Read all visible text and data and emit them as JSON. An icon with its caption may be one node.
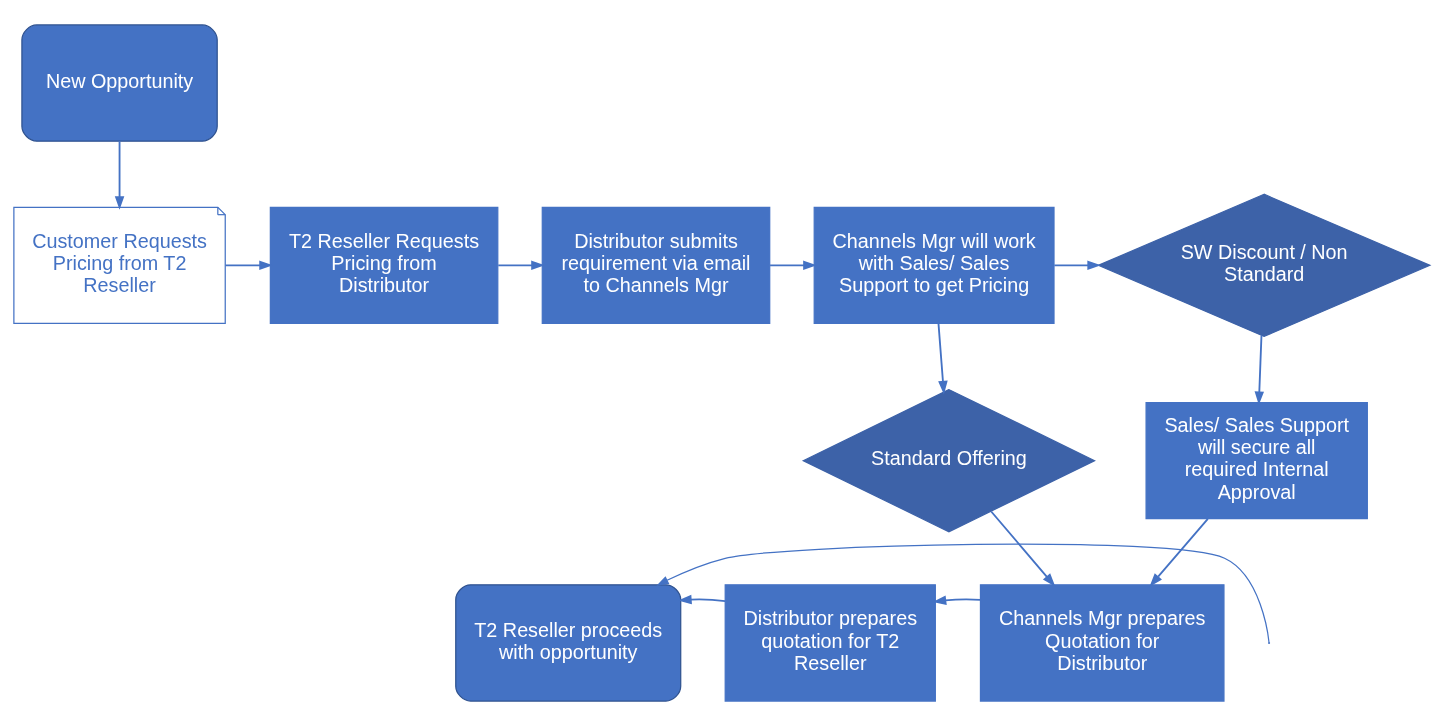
{
  "diagram": {
    "nodes": [
      {
        "text": [
          "New Opportunity"
        ]
      },
      {
        "text": [
          "Customer Requests Pricing from T2 Reseller"
        ]
      },
      {
        "text": [
          "T2 Reseller Requests Pricing from Distributor"
        ]
      },
      {
        "text": [
          "Distributor submits requirement via email to Channels Mgr"
        ]
      },
      {
        "text": [
          "Channels Mgr will work with Sales/ Sales Support to get Pricing"
        ]
      },
      {
        "text": [
          "SW Discount / Non Standard"
        ]
      },
      {
        "text": [
          "Standard Offering"
        ]
      },
      {
        "text": [
          "Sales/ Sales Support will secure all required Internal Approval"
        ]
      },
      {
        "text": [
          "Channels Mgr prepares Quotation for Distributor"
        ]
      },
      {
        "text": [
          "Distributor prepares quotation for T2 Reseller"
        ]
      },
      {
        "text": [
          "T2 Reseller proceeds with opportunity"
        ]
      }
    ],
    "edges": [
      {
        "from": 0,
        "to": 1,
        "arrow": "to"
      },
      {
        "from": 1,
        "to": 2,
        "arrow": "to"
      },
      {
        "from": 2,
        "to": 3,
        "arrow": "to"
      },
      {
        "from": 3,
        "to": 4,
        "arrow": "to"
      },
      {
        "from": 4,
        "to": 5,
        "arrow": "to"
      },
      {
        "from": 4,
        "to": 6,
        "arrow": "to"
      },
      {
        "from": 5,
        "to": 7,
        "arrow": "to"
      },
      {
        "from": 6,
        "to": 8,
        "arrow": "to"
      },
      {
        "from": 7,
        "to": 8,
        "arrow": "to"
      },
      {
        "from": 8,
        "to": 9,
        "arrow": "to"
      },
      {
        "from": 9,
        "to": 10,
        "arrow": "to"
      },
      {
        "from": null,
        "to": 10,
        "arrow": "to"
      }
    ]
  }
}
